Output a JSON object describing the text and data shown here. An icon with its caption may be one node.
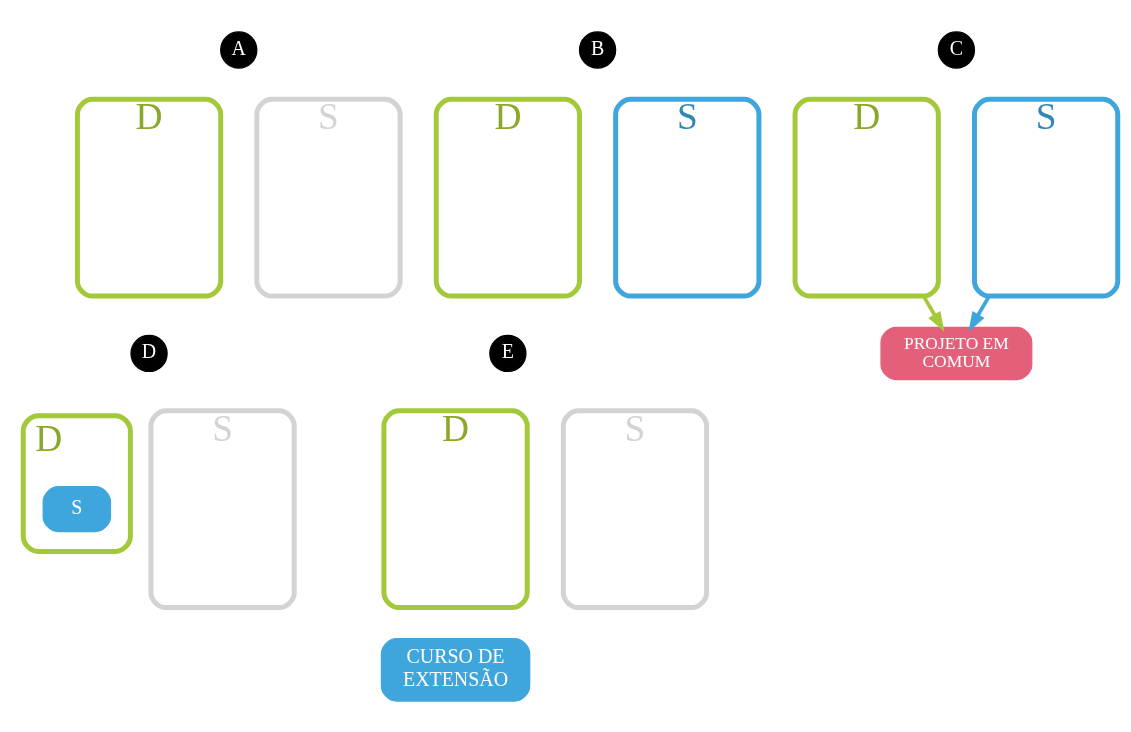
{
  "diagram": {
    "nodes": [
      {
        "text": [
          "A"
        ]
      },
      {
        "text": [
          "D"
        ]
      },
      {
        "text": [
          "S"
        ]
      },
      {
        "text": [
          "B"
        ]
      },
      {
        "text": [
          "D"
        ]
      },
      {
        "text": [
          "S"
        ]
      },
      {
        "text": [
          "C"
        ]
      },
      {
        "text": [
          "D"
        ]
      },
      {
        "text": [
          "S"
        ]
      },
      {
        "text": [
          "PROJETO EM COMUM"
        ]
      },
      {
        "text": [
          "D"
        ]
      },
      {
        "text": [
          "D"
        ]
      },
      {
        "text": [
          "S"
        ],
        "in": 11
      },
      {
        "text": [
          "S"
        ]
      },
      {
        "text": [
          "E"
        ]
      },
      {
        "text": [
          "D"
        ]
      },
      {
        "text": [
          "S"
        ]
      },
      {
        "text": [
          "CURSO DE EXTENSÃO"
        ]
      }
    ],
    "edges": [
      {
        "from": 7,
        "to": 9,
        "arrow": "to",
        "color": "#a3c93a"
      },
      {
        "from": 8,
        "to": 9,
        "arrow": "to",
        "color": "#3ea6dc"
      }
    ]
  }
}
